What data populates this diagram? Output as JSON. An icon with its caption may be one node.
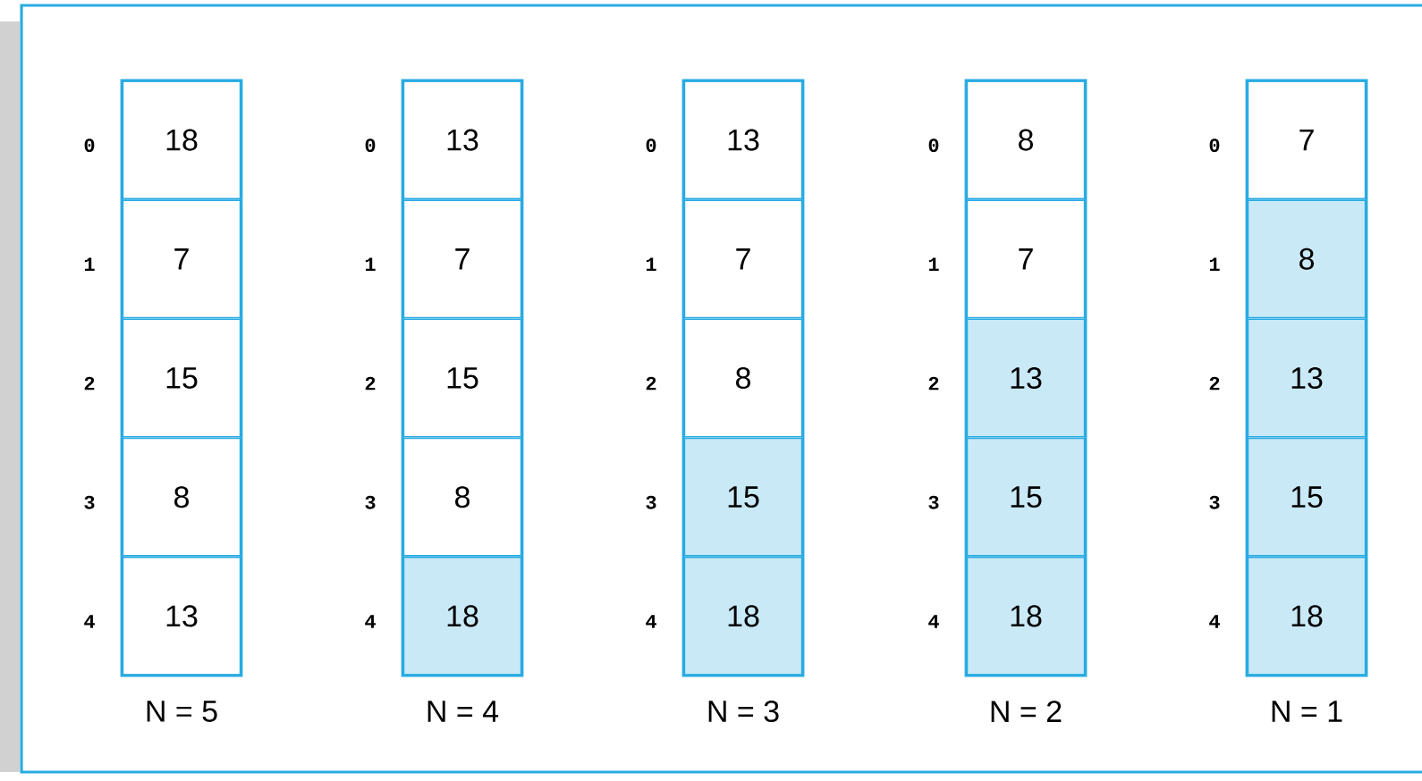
{
  "diagram": {
    "nodes": [
      {
        "text": [],
        "shape": "box",
        "beside": [
          "N = 5"
        ]
      },
      {
        "text": [
          "18"
        ],
        "in": 0
      },
      {
        "text": [
          "7"
        ],
        "in": 0
      },
      {
        "text": [
          "15"
        ],
        "in": 0
      },
      {
        "text": [
          "8"
        ],
        "in": 0
      },
      {
        "text": [
          "13"
        ],
        "in": 0
      },
      {
        "text": [],
        "shape": "box",
        "beside": [
          "N = 4"
        ]
      },
      {
        "text": [
          "13"
        ],
        "in": 6
      },
      {
        "text": [
          "7"
        ],
        "in": 6
      },
      {
        "text": [
          "15"
        ],
        "in": 6
      },
      {
        "text": [
          "8"
        ],
        "in": 6
      },
      {
        "text": [
          "18"
        ],
        "in": 6
      },
      {
        "text": [],
        "shape": "box",
        "beside": [
          "N = 3"
        ]
      },
      {
        "text": [
          "13"
        ],
        "in": 12
      },
      {
        "text": [
          "7"
        ],
        "in": 12
      },
      {
        "text": [
          "8"
        ],
        "in": 12
      },
      {
        "text": [
          "15"
        ],
        "in": 12
      },
      {
        "text": [
          "18"
        ],
        "in": 12
      },
      {
        "text": [],
        "shape": "box",
        "beside": [
          "N = 2"
        ]
      },
      {
        "text": [
          "8"
        ],
        "in": 18
      },
      {
        "text": [
          "7"
        ],
        "in": 18
      },
      {
        "text": [
          "13"
        ],
        "in": 18
      },
      {
        "text": [
          "15"
        ],
        "in": 18
      },
      {
        "text": [
          "18"
        ],
        "in": 18
      },
      {
        "text": [],
        "shape": "box",
        "beside": [
          "N = 1"
        ]
      },
      {
        "text": [
          "7"
        ],
        "in": 24
      },
      {
        "text": [
          "8"
        ],
        "in": 24
      },
      {
        "text": [
          "13"
        ],
        "in": 24
      },
      {
        "text": [
          "15"
        ],
        "in": 24
      },
      {
        "text": [
          "18"
        ],
        "in": 24
      }
    ],
    "labels": [
      "0",
      "1",
      "2",
      "3",
      "4",
      "0",
      "1",
      "2",
      "3",
      "4",
      "0",
      "1",
      "2",
      "3",
      "4",
      "0",
      "1",
      "2",
      "3",
      "4",
      "0",
      "1",
      "2",
      "3",
      "4"
    ]
  }
}
